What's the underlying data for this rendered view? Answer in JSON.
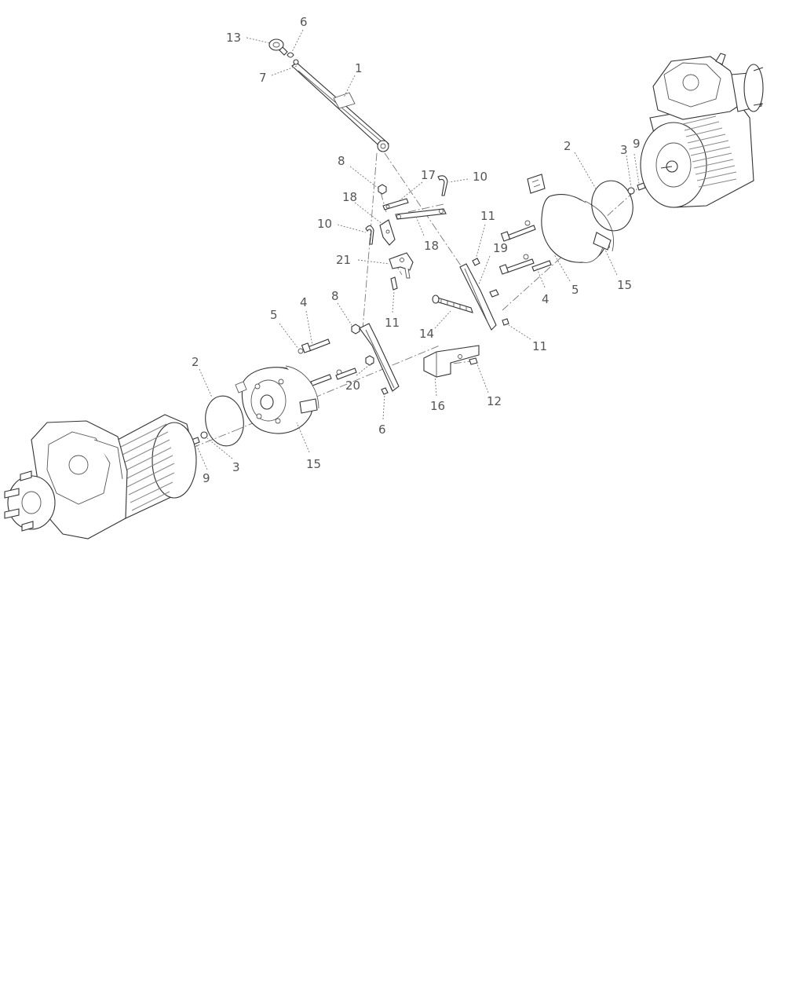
{
  "callouts": [
    {
      "id": "c-13",
      "text": "13"
    },
    {
      "id": "c-6-top",
      "text": "6"
    },
    {
      "id": "c-7",
      "text": "7"
    },
    {
      "id": "c-1",
      "text": "1"
    },
    {
      "id": "c-8-top",
      "text": "8"
    },
    {
      "id": "c-17",
      "text": "17"
    },
    {
      "id": "c-10-right",
      "text": "10"
    },
    {
      "id": "c-18-left",
      "text": "18"
    },
    {
      "id": "c-10-left",
      "text": "10"
    },
    {
      "id": "c-18-right",
      "text": "18"
    },
    {
      "id": "c-21",
      "text": "21"
    },
    {
      "id": "c-11-mid",
      "text": "11"
    },
    {
      "id": "c-11-upper",
      "text": "11"
    },
    {
      "id": "c-19",
      "text": "19"
    },
    {
      "id": "c-14",
      "text": "14"
    },
    {
      "id": "c-11-right",
      "text": "11"
    },
    {
      "id": "c-2-right",
      "text": "2"
    },
    {
      "id": "c-3-right",
      "text": "3"
    },
    {
      "id": "c-9-right",
      "text": "9"
    },
    {
      "id": "c-4-right",
      "text": "4"
    },
    {
      "id": "c-5-right",
      "text": "5"
    },
    {
      "id": "c-15-right",
      "text": "15"
    },
    {
      "id": "c-16",
      "text": "16"
    },
    {
      "id": "c-12",
      "text": "12"
    },
    {
      "id": "c-8-mid",
      "text": "8"
    },
    {
      "id": "c-20",
      "text": "20"
    },
    {
      "id": "c-6-bottom",
      "text": "6"
    },
    {
      "id": "c-5-left",
      "text": "5"
    },
    {
      "id": "c-4-left",
      "text": "4"
    },
    {
      "id": "c-2-left",
      "text": "2"
    },
    {
      "id": "c-15-left",
      "text": "15"
    },
    {
      "id": "c-3-left",
      "text": "3"
    },
    {
      "id": "c-9-left",
      "text": "9"
    }
  ]
}
